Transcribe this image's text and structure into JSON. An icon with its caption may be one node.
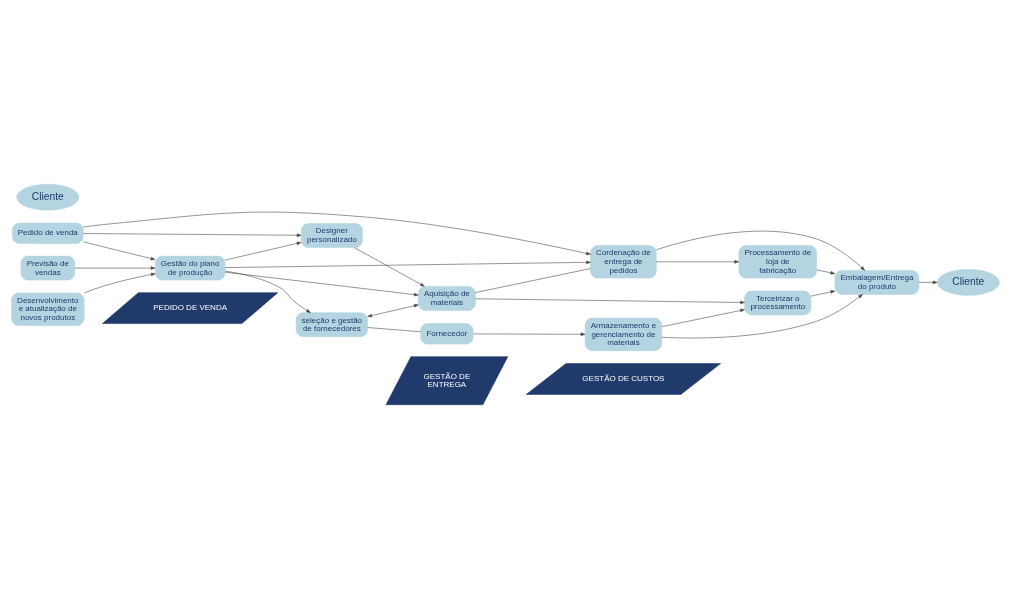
{
  "diagram": {
    "nodes": [
      {
        "text": [
          "PEDIDO DE VENDA"
        ]
      },
      {
        "text": [
          "GESTÃO DE ENTREGA"
        ]
      },
      {
        "text": [
          "GESTÃO DE CUSTOS"
        ]
      },
      {
        "text": [
          "Previsão de vendas"
        ]
      },
      {
        "text": [
          "Cliente"
        ]
      },
      {
        "text": [
          "Pedido de venda"
        ]
      },
      {
        "text": [
          "Gestão do plano de produção"
        ]
      },
      {
        "text": [
          "Desenvolvimento e atualização de novos produtos"
        ]
      },
      {
        "text": [
          "seleção e gestão de fornecedores"
        ]
      },
      {
        "text": [
          "Aquisição de materiais"
        ]
      },
      {
        "text": [
          "Designer personalizado"
        ]
      },
      {
        "text": [
          "Cordenação de entrega de pedidos"
        ]
      },
      {
        "text": [
          "Fornecedor"
        ]
      },
      {
        "text": [
          "Armazenamento e gerenciamento de materiais"
        ]
      },
      {
        "text": [
          "Terceirizar o processamento"
        ]
      },
      {
        "text": [
          "Processamento de loja de fabricação"
        ]
      },
      {
        "text": [
          "Embalagem/Entrega do produto"
        ]
      },
      {
        "text": [
          "Cliente"
        ]
      }
    ],
    "edges": [
      {
        "from": 3,
        "to": 6,
        "arrow": "to"
      },
      {
        "from": 5,
        "to": 6,
        "arrow": "to"
      },
      {
        "from": 7,
        "to": 6,
        "arrow": "to"
      },
      {
        "from": 6,
        "to": 8,
        "arrow": "to"
      },
      {
        "from": 6,
        "to": 9,
        "arrow": "to"
      },
      {
        "from": 8,
        "to": 9,
        "arrow": "both"
      },
      {
        "from": 10,
        "to": 9,
        "arrow": "to"
      },
      {
        "from": 5,
        "to": 10,
        "arrow": "to"
      },
      {
        "from": 6,
        "to": 10,
        "arrow": "to"
      },
      {
        "from": 5,
        "to": 11,
        "arrow": "to"
      },
      {
        "from": 6,
        "to": 11,
        "arrow": "to"
      },
      {
        "from": 8,
        "to": 12,
        "arrow": "none"
      },
      {
        "from": 12,
        "to": 13,
        "arrow": "to"
      },
      {
        "from": 13,
        "to": 14,
        "arrow": "to"
      },
      {
        "from": 13,
        "to": 16,
        "arrow": "to"
      },
      {
        "from": 9,
        "to": 14,
        "arrow": "to"
      },
      {
        "from": 9,
        "to": 11,
        "arrow": "none"
      },
      {
        "from": 11,
        "to": 15,
        "arrow": "to"
      },
      {
        "from": 14,
        "to": 16,
        "arrow": "to"
      },
      {
        "from": 15,
        "to": 16,
        "arrow": "to"
      },
      {
        "from": 11,
        "to": 16,
        "arrow": "to"
      },
      {
        "from": 16,
        "to": 17,
        "arrow": "to"
      }
    ]
  }
}
